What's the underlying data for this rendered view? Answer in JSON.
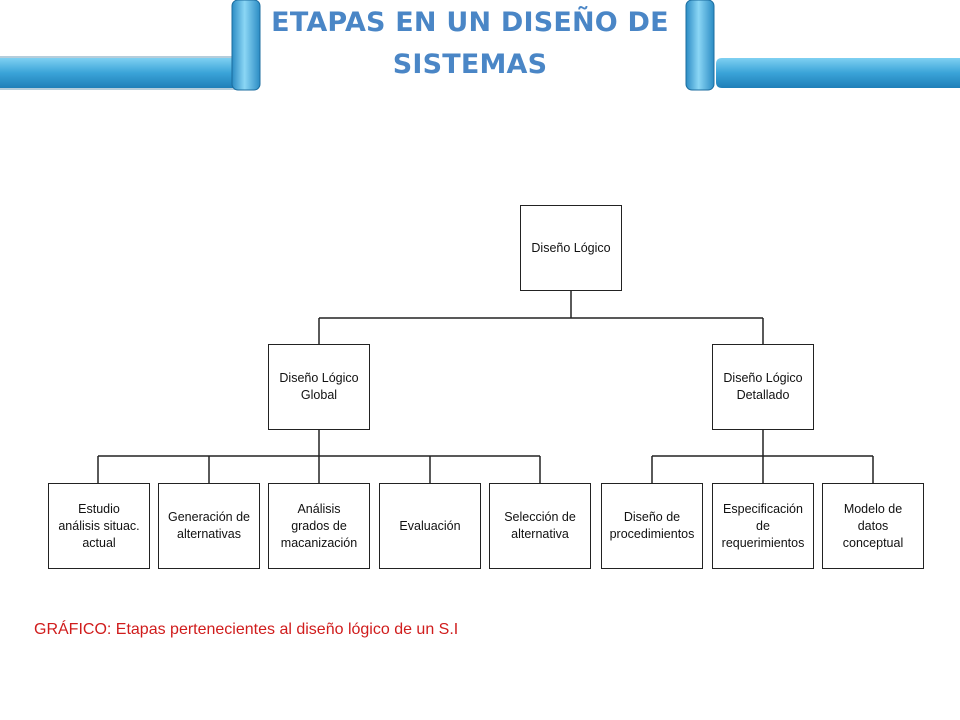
{
  "slide": {
    "title_line1": "ETAPAS EN UN DISEÑO DE",
    "title_line2": "SISTEMAS",
    "caption": "GRÁFICO: Etapas pertenecientes al diseño lógico de un S.I"
  },
  "colors": {
    "title": "#4a86c6",
    "frame_blue": "#3aa3d8",
    "caption": "#d01c1c"
  },
  "diagram": {
    "root": "Diseño Lógico",
    "level1": [
      {
        "id": "global",
        "label": "Diseño Lógico\nGlobal"
      },
      {
        "id": "detallado",
        "label": "Diseño Lógico\nDetallado"
      }
    ],
    "global_children": [
      "Estudio\nanálisis situac.\nactual",
      "Generación de\nalternativas",
      "Análisis\ngrados de\nmacanización",
      "Evaluación",
      "Selección de\nalternativa"
    ],
    "detallado_children": [
      "Diseño de\nprocedimientos",
      "Especificación\nde\nrequerimientos",
      "Modelo de\ndatos\nconceptual"
    ]
  }
}
